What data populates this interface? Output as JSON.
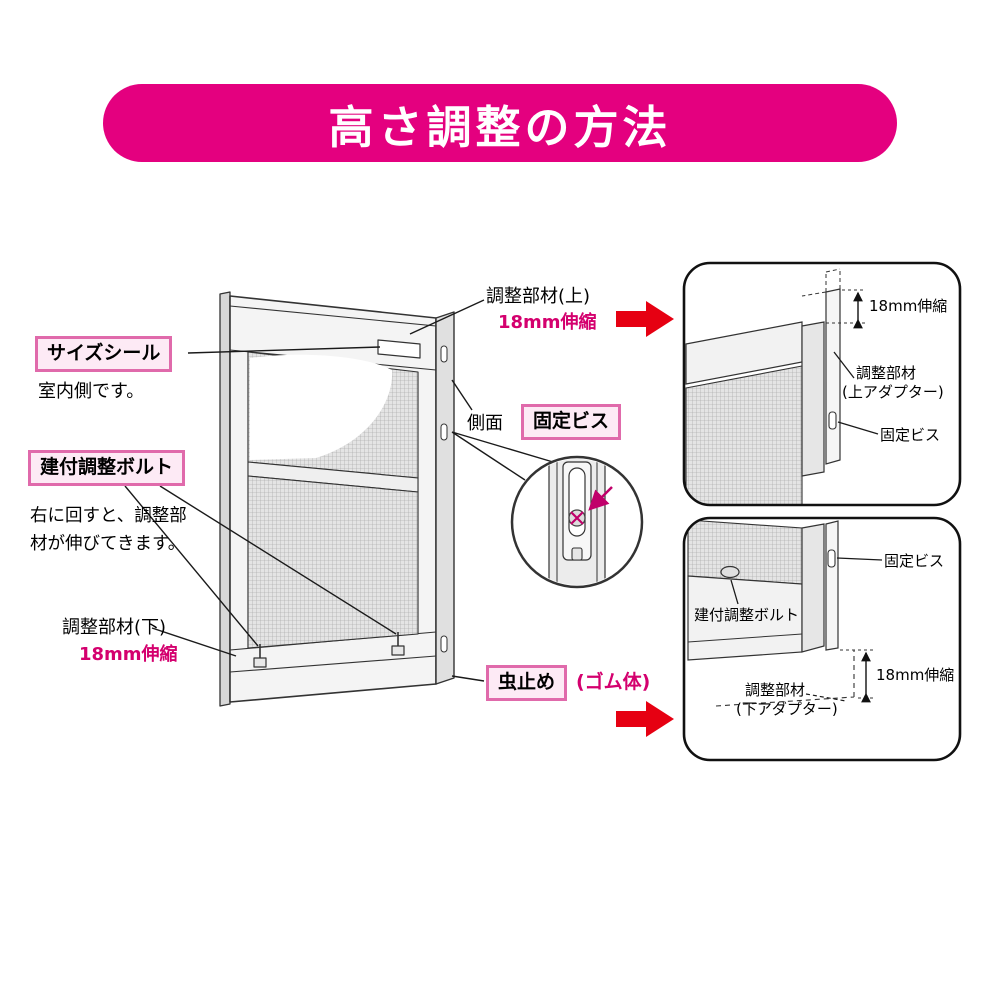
{
  "banner": {
    "title": "高さ調整の方法"
  },
  "main": {
    "size_seal": "サイズシール",
    "indoor_note": "室内側です。",
    "adjust_bolt": "建付調整ボルト",
    "bolt_note": "右に回すと、調整部材が伸びてきます。",
    "member_bottom": "調整部材(下)",
    "extend_bottom": "18mm伸縮",
    "member_top": "調整部材(上)",
    "extend_top": "18mm伸縮",
    "side_face": "側面",
    "fixing_screw": "固定ビス",
    "insect_stop": "虫止め",
    "rubber_body": "(ゴム体)"
  },
  "panel_top": {
    "extend": "18mm伸縮",
    "member_1": "調整部材",
    "member_2": "(上アダプター)",
    "fixing_screw": "固定ビス"
  },
  "panel_bottom": {
    "fixing_screw": "固定ビス",
    "adjust_bolt": "建付調整ボルト",
    "member_1": "調整部材",
    "member_2": "(下アダプター)",
    "extend": "18mm伸縮"
  },
  "colors": {
    "banner_bg": "#e4007f",
    "magenta_text": "#d4006e",
    "pink_border": "#e06aab",
    "pink_fill": "#fdeaf5",
    "arrow_red": "#e60012"
  }
}
